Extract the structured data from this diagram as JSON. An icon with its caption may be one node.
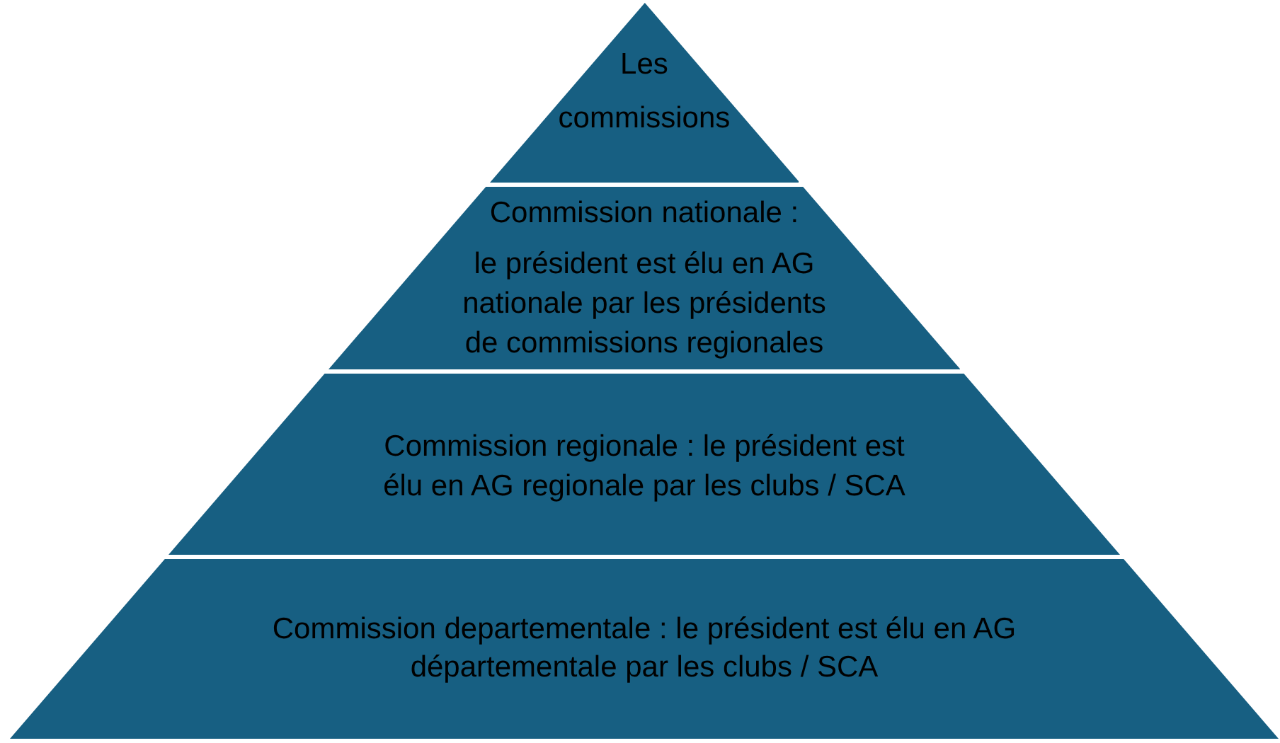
{
  "diagram": {
    "nodes": [
      {
        "text": [
          "Les commissions"
        ]
      },
      {
        "text": [
          "Commission nationale :",
          "le président est élu en AG nationale par les présidents de commissions regionales"
        ]
      },
      {
        "text": [
          "Commission regionale : le président est élu en AG regionale par les clubs / SCA"
        ]
      },
      {
        "text": [
          "Commission departementale : le président est élu en AG départementale par les clubs / SCA"
        ]
      }
    ]
  }
}
